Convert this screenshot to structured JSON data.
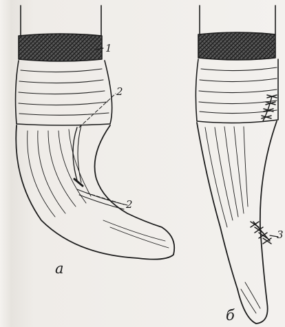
{
  "labels": {
    "left_panel": "а",
    "right_panel": "б",
    "callout_1": "1",
    "callout_2_upper": "2",
    "callout_2_lower": "2",
    "callout_3": "3"
  },
  "colors": {
    "ink": "#1c1c1c",
    "paper": "#f1efec",
    "band": "#3a3a3a"
  }
}
